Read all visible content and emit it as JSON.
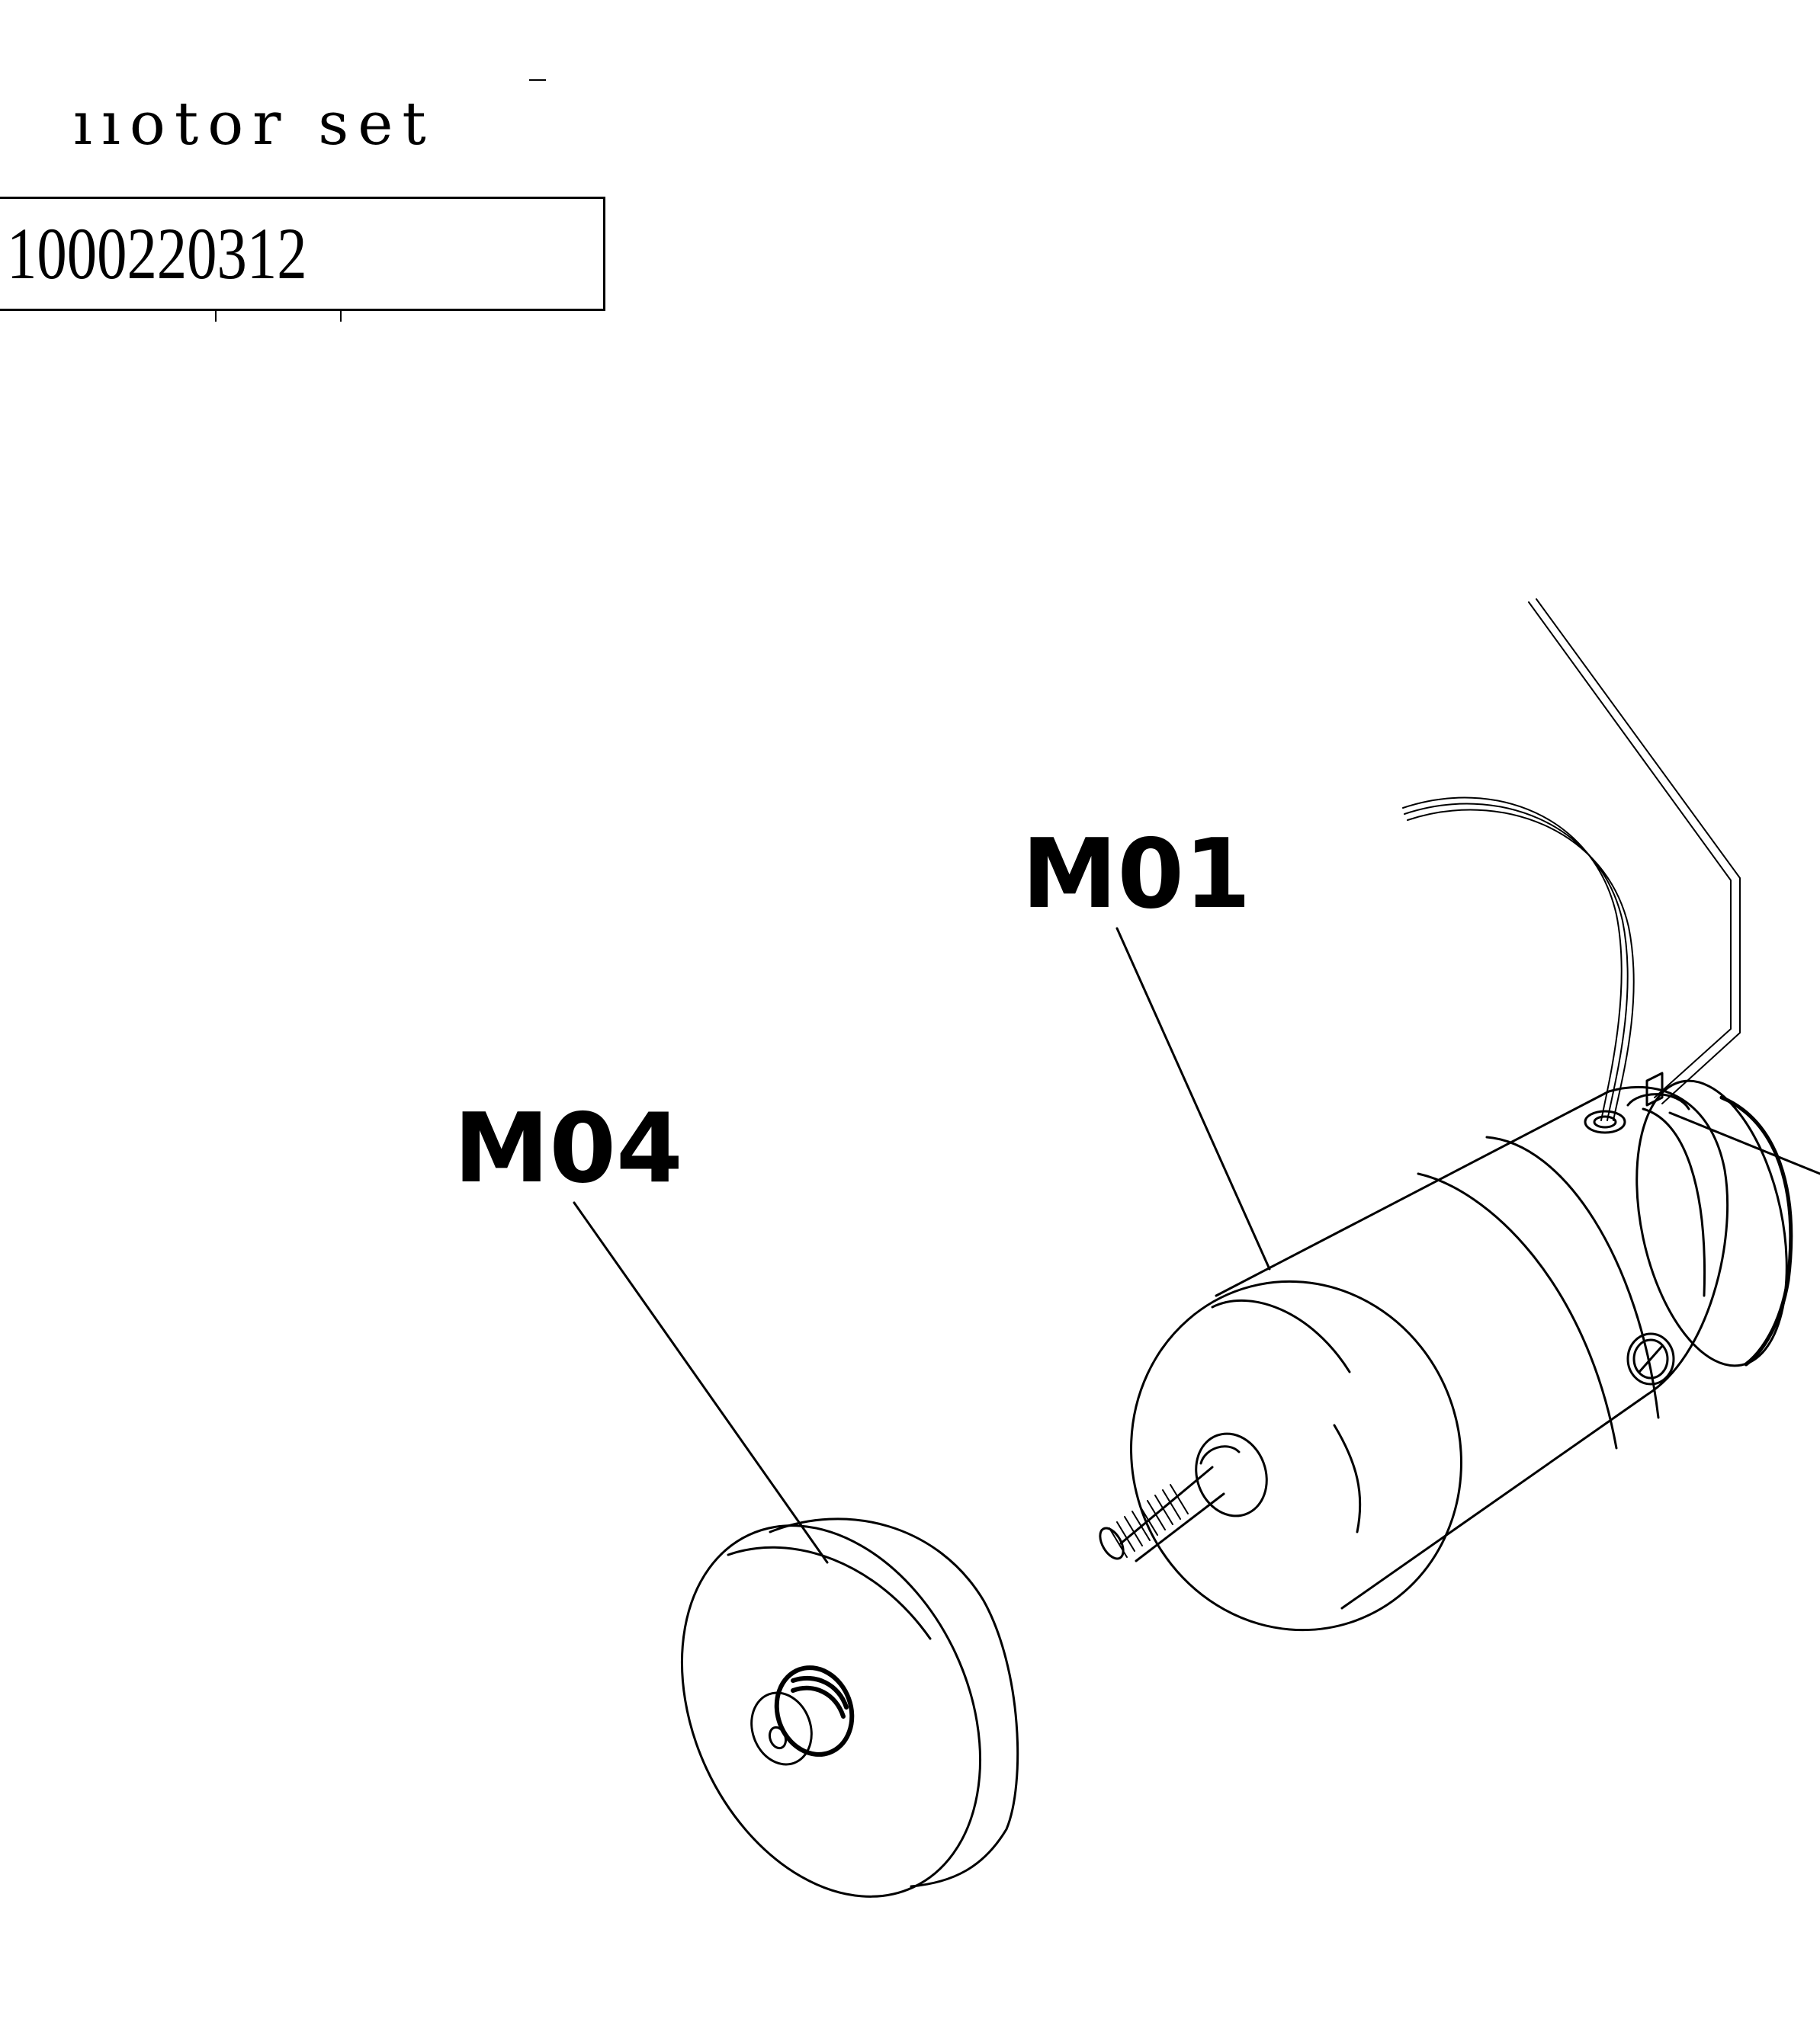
{
  "sheet": {
    "title": "ııotor set",
    "part_number": "1000220312"
  },
  "callouts": [
    {
      "id": "m01",
      "label": "M01"
    },
    {
      "id": "m04",
      "label": "M04"
    }
  ],
  "colors": {
    "ink": "#000000",
    "paper": "#ffffff"
  }
}
